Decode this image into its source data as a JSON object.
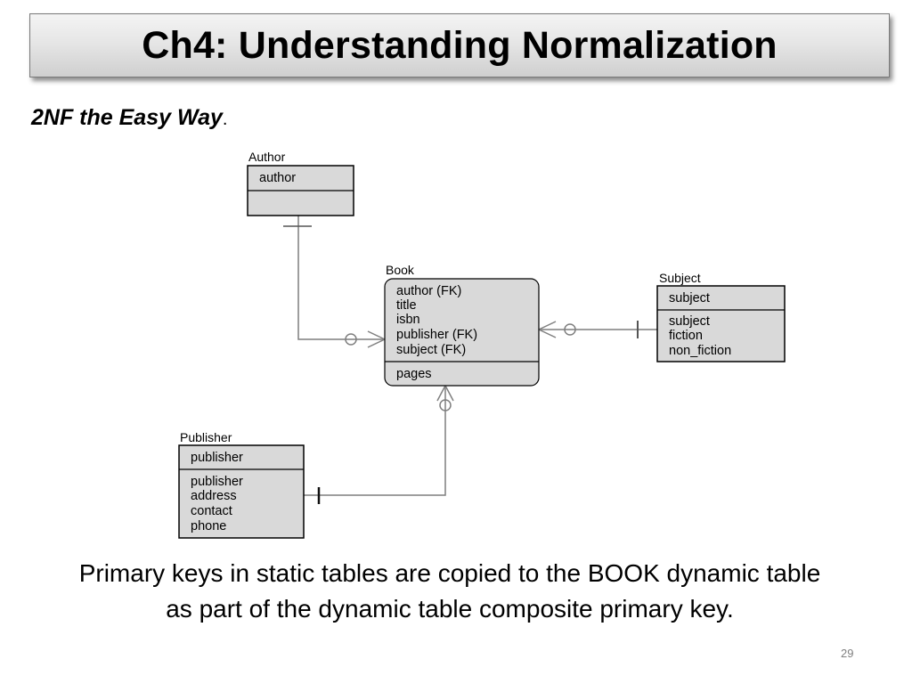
{
  "slide": {
    "title": "Ch4: Understanding Normalization",
    "subtitle": "2NF the Easy Way",
    "subtitle_punct": ".",
    "caption_line1": "Primary keys in static tables are copied to the BOOK dynamic table",
    "caption_line2": "as part of the dynamic table composite primary key.",
    "page_number": "29"
  },
  "diagram": {
    "author": {
      "name": "Author",
      "key": "author"
    },
    "book": {
      "name": "Book",
      "keys": [
        "author (FK)",
        "title",
        "isbn",
        "publisher (FK)",
        "subject (FK)"
      ],
      "attributes": [
        "pages"
      ]
    },
    "subject": {
      "name": "Subject",
      "key": "subject",
      "attributes": [
        "subject",
        "fiction",
        "non_fiction"
      ]
    },
    "publisher": {
      "name": "Publisher",
      "key": "publisher",
      "attributes": [
        "publisher",
        "address",
        "contact",
        "phone"
      ]
    }
  },
  "colors": {
    "entity_fill": "#d9d9d9",
    "line": "#7f7f7f",
    "border": "#000000"
  }
}
